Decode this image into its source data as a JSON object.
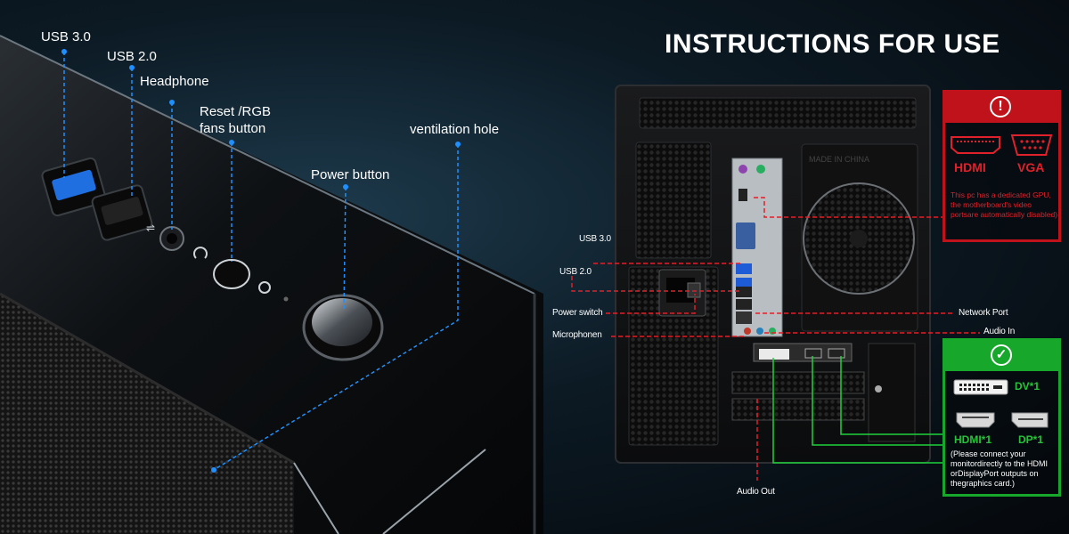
{
  "front_labels": {
    "usb30": "USB 3.0",
    "usb20": "USB 2.0",
    "headphone": "Headphone",
    "reset_line1": "Reset /RGB",
    "reset_line2": "fans button",
    "ventilation": "ventilation hole",
    "power": "Power button"
  },
  "instructions": {
    "title": "INSTRUCTIONS FOR USE"
  },
  "rear_labels": {
    "usb30": "USB 3.0",
    "usb20": "USB 2.0",
    "power_switch": "Power switch",
    "microphone": "Microphonen",
    "network": "Network Port",
    "audio_in": "Audio In",
    "audio_out": "Audio Out"
  },
  "case_brand": "MADE IN CHINA",
  "warning": {
    "icon": "exclamation-icon",
    "hdmi": "HDMI",
    "vga": "VGA",
    "text": "This pc has a dedicated GPU, the motherboard's video portsare automatically disabled)"
  },
  "ok": {
    "icon": "check-icon",
    "dvi": "DV*1",
    "hdmi": "HDMI*1",
    "dp": "DP*1",
    "text": "(Please connect your monitordirectly to the HDMI orDisplayPort outputs on thegraphics card.)"
  },
  "colors": {
    "front_line": "#1e90ff",
    "warn": "#c0121b",
    "ok": "#17a82b"
  }
}
